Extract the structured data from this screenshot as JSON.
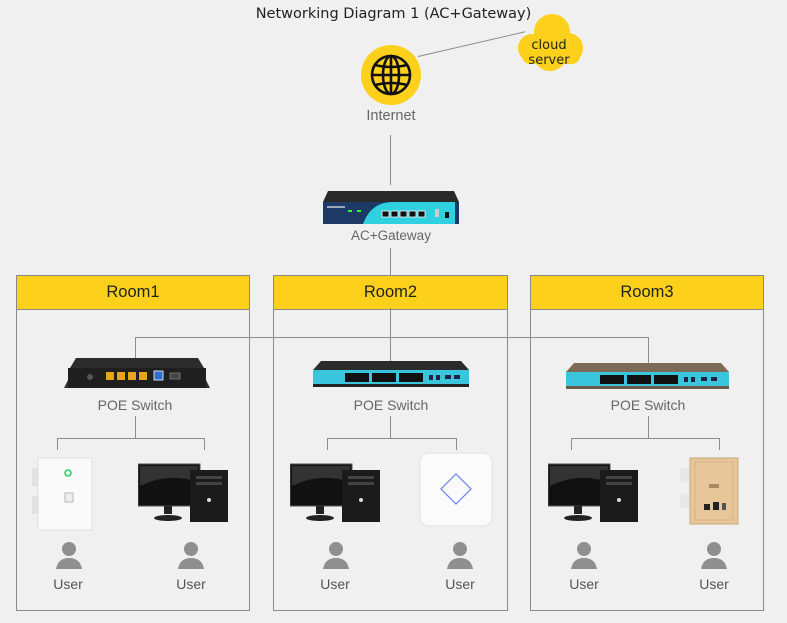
{
  "title": "Networking Diagram 1 (AC+Gateway)",
  "cloud": {
    "label": "cloud server",
    "color": "#fdd11b"
  },
  "internet": {
    "label": "Internet",
    "icon": "globe-icon",
    "color": "#fdd11b"
  },
  "gateway": {
    "label": "AC+Gateway",
    "icon": "gateway-router-icon"
  },
  "rooms": [
    {
      "name": "Room1",
      "switch": {
        "label": "POE Switch",
        "icon": "poe-switch-small-icon"
      },
      "devices": [
        {
          "type": "wall-panel-ap",
          "user_label": "User"
        },
        {
          "type": "desktop-computer",
          "user_label": "User"
        }
      ]
    },
    {
      "name": "Room2",
      "switch": {
        "label": "POE Switch",
        "icon": "poe-switch-24port-icon"
      },
      "devices": [
        {
          "type": "desktop-computer",
          "user_label": "User"
        },
        {
          "type": "ceiling-ap",
          "user_label": "User"
        }
      ]
    },
    {
      "name": "Room3",
      "switch": {
        "label": "POE Switch",
        "icon": "poe-switch-24port-icon"
      },
      "devices": [
        {
          "type": "desktop-computer",
          "user_label": "User"
        },
        {
          "type": "wall-panel-ap-gold",
          "user_label": "User"
        }
      ]
    }
  ],
  "colors": {
    "accent": "#fdd11b",
    "line": "#8d8d8d",
    "background": "#f0f0f0",
    "user_icon": "#8f8f8f"
  }
}
